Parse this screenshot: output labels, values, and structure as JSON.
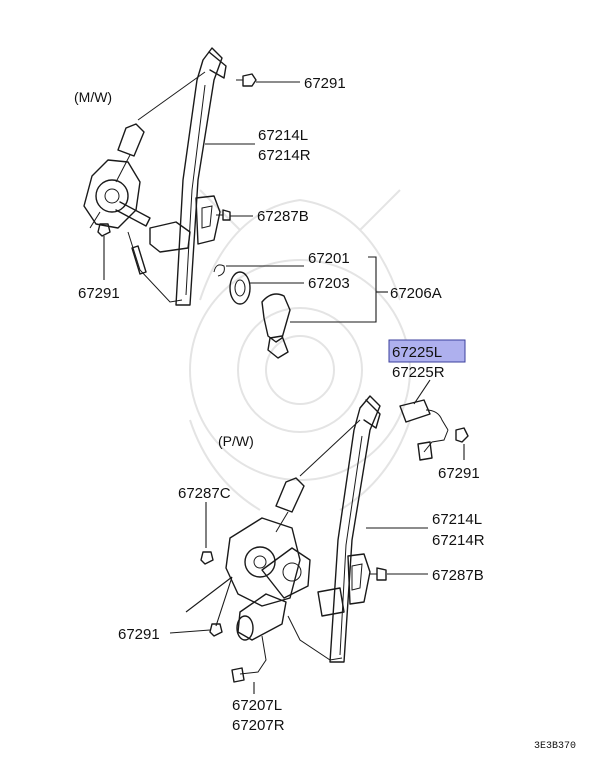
{
  "labels": {
    "mw_note": "(M/W)",
    "pw_note": "(P/W)",
    "p67291_top": "67291",
    "p67214_top_l": "67214L",
    "p67214_top_r": "67214R",
    "p67287b_top": "67287B",
    "p67291_left": "67291",
    "p67201": "67201",
    "p67203": "67203",
    "p67206a": "67206A",
    "p67225l": "67225L",
    "p67225r": "67225R",
    "p67291_right": "67291",
    "p67287c": "67287C",
    "p67214_bot_l": "67214L",
    "p67214_bot_r": "67214R",
    "p67287b_bot": "67287B",
    "p67291_bot": "67291",
    "p67207l": "67207L",
    "p67207r": "67207R",
    "diagram_code": "3E3B370"
  },
  "highlight_color": "#aeb0ee"
}
